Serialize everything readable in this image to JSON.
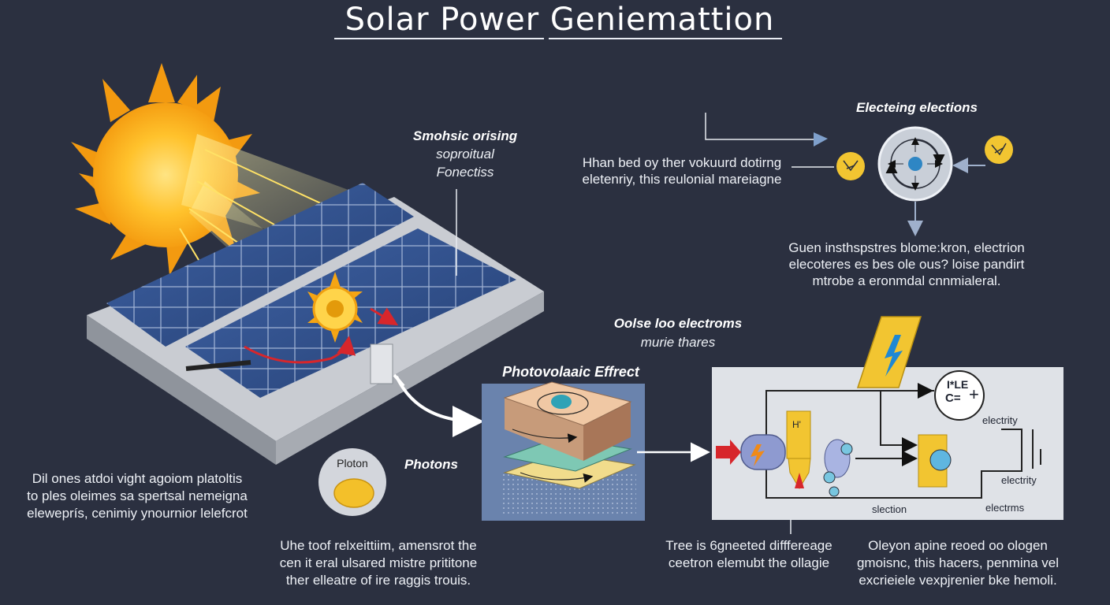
{
  "title": "Solar Power Geniemattion",
  "labels": {
    "smohsic": [
      "Smohsic orising",
      "soproitual",
      "Fonectiss"
    ],
    "electing_title": "Electeing elections",
    "hhan": [
      "Hhan bed oy ther vokuurd dotirng",
      "eletenriy, this reulonial mareiagne"
    ],
    "guen": [
      "Guen insthspstres blome:kron, electrion",
      "elecoteres es bes ole ous? loise pandirt",
      "mtrobe a eronmdal cnnmialeral."
    ],
    "oolse": [
      "Oolse loo electroms",
      "murie thares"
    ],
    "pv_effect": "Photovolaaic  Effrect",
    "photons": "Photons",
    "photon_bubble": "Ploton",
    "left_block": [
      "Dil ones atdoi vight agoiom platoltis",
      "to ples oleimes sa spertsal nemeigna",
      "eleweprís, cenimiy ynournior lelefcrot"
    ],
    "center_block": [
      "Uhe toof relxeittiim, amensrot the",
      "cen it eral ulsared mistre prititone",
      "ther elleatre of ire raggis trouis."
    ],
    "tree_block": [
      "Tree is 6gneeted difffereage",
      "ceetron elemubt the ollagie"
    ],
    "oleyon_block": [
      "Oleyon apine reoed oo ologen",
      "gmoisnc, this hacers, penmina vel",
      "excrieiele vexpjrenier bke hemoli."
    ],
    "circuit": {
      "electity_1": "electrity",
      "electity_2": "electrity",
      "election": "slection",
      "electrms": "electrms",
      "h_label": "H'",
      "ce_top": "I*LE",
      "ce_bottom": "C=",
      "plus": "+"
    }
  },
  "colors": {
    "background": "#2b3040",
    "sun": "#f7b21f",
    "panel": "#304d86",
    "accent_yellow": "#f2c531",
    "arrow_red": "#d7262b",
    "circuit_bg": "#dfe2e7"
  }
}
